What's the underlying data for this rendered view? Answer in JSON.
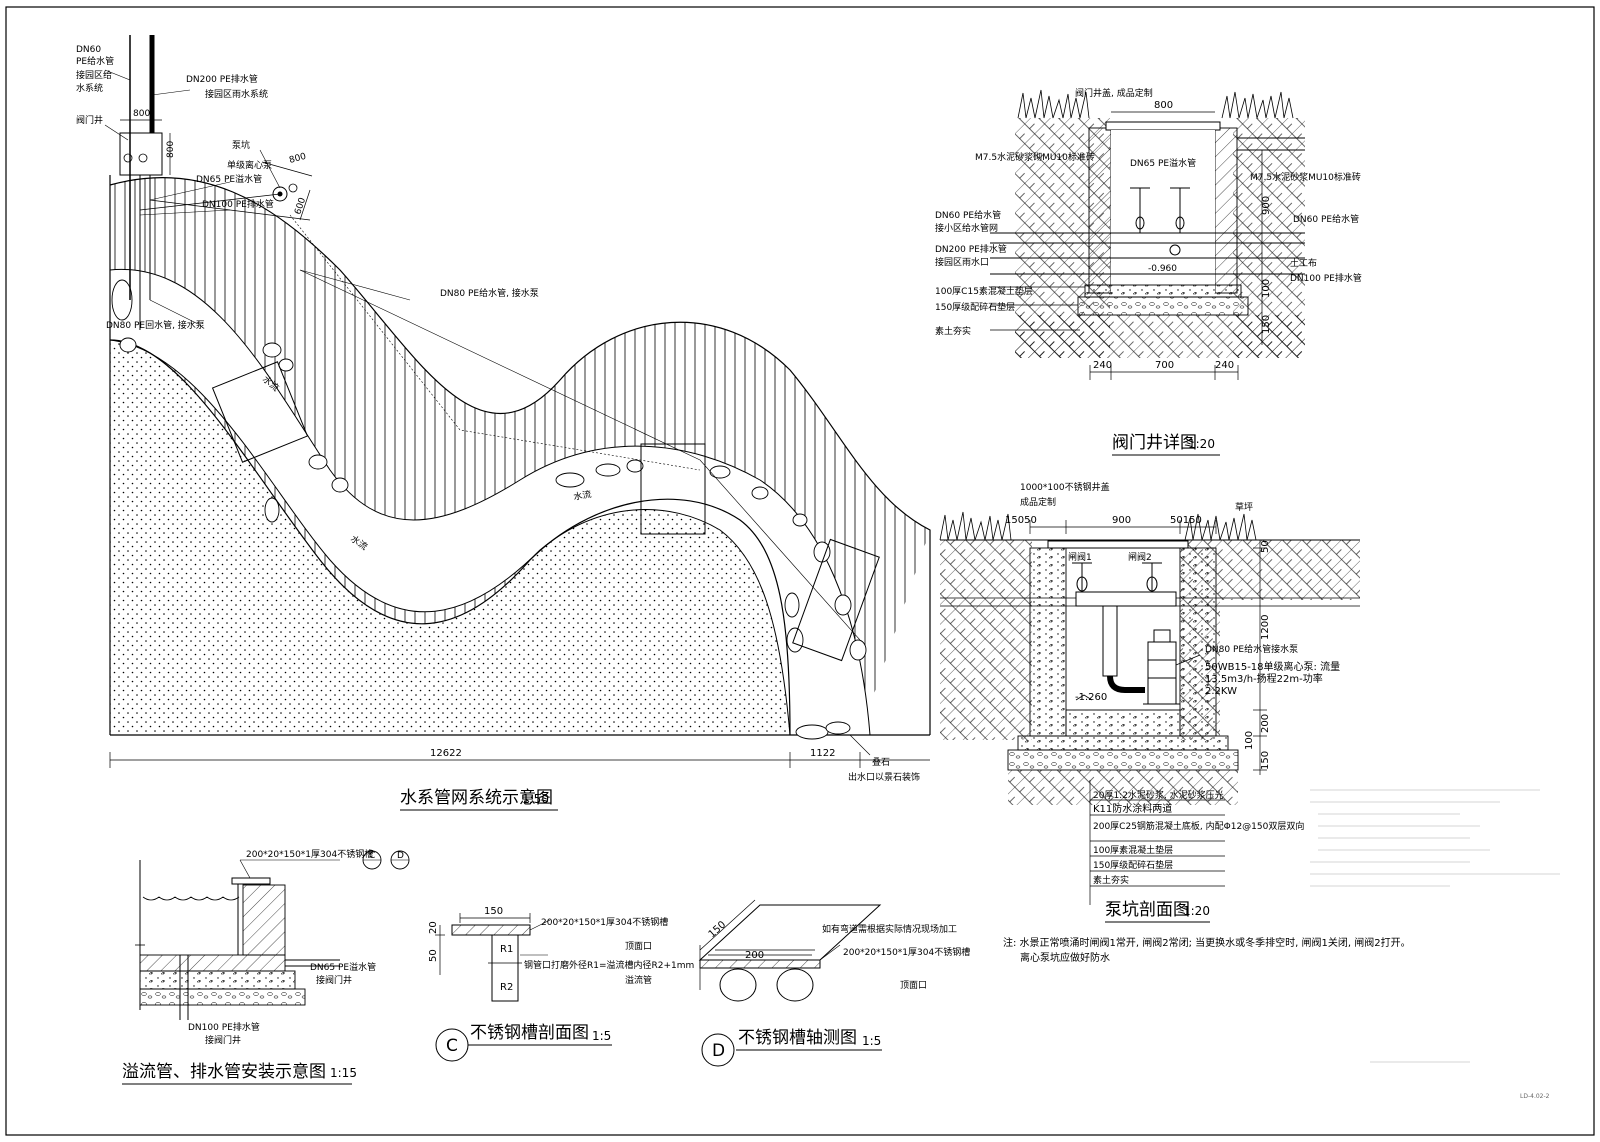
{
  "sheet": {
    "sheet_no": "LD-4.02-2"
  },
  "plan": {
    "title": "水系管网系统示意图",
    "scale": "1:50",
    "dims": {
      "total": "12622",
      "right": "1122"
    },
    "labels": {
      "dn60_supply": "DN60",
      "dn60_supply_2": "PE给水管",
      "dn60_supply_3": "接园区给",
      "dn60_supply_4": "水系统",
      "dn200": "DN200 PE排水管",
      "dn200_2": "接园区雨水系统",
      "valve_well": "阀门井",
      "pump_pit": "泵坑",
      "pump_pit_2": "单级离心泵",
      "dn65": "DN65 PE溢水管",
      "dn100": "DN100 PE排水管",
      "dn80_a": "DN80 PE给水管, 接水泵",
      "dn80_b": "DN80 PE回水管, 接水泵",
      "rock_a": "叠石",
      "rock_b": "出水口以景石装饰",
      "dim_800a": "800",
      "dim_800b": "800",
      "dim_800c": "800",
      "dim_600": "600",
      "flow1": "水流",
      "flow2": "水流",
      "flow3": "水流"
    }
  },
  "valve_detail": {
    "title": "阀门井详图",
    "scale": "1:20",
    "dims": {
      "top": "800",
      "d1": "240",
      "d2": "700",
      "d3": "240",
      "v1": "900",
      "v2": "100",
      "v3": "150"
    },
    "labels": {
      "cover": "阀门井盖, 成品定制",
      "wall_l": "M7.5水泥砂浆砌MU10标准砖",
      "wall_r": "M7.5水泥砂浆MU10标准砖",
      "dn65": "DN65 PE溢水管",
      "dn60": "DN60 PE给水管",
      "dn60_2": "接小区给水管网",
      "dn200": "DN200 PE排水管",
      "dn200_2": "接园区雨水口",
      "dn60_r": "DN60 PE给水管",
      "dn100_r": "DN100 PE排水管",
      "base1": "100厚C15素混凝土垫层",
      "base2": "150厚级配碎石垫层",
      "base3": "素土夯实",
      "elev": "-0.960",
      "side": "土工布"
    }
  },
  "pump_section": {
    "title": "泵坑剖面图",
    "scale": "1:20",
    "dims": {
      "top": "900",
      "l": "15050",
      "r": "50150",
      "v1": "1200",
      "v2": "200",
      "v3": "150",
      "v4": "100",
      "v5": "50"
    },
    "labels": {
      "grate": "1000*100不锈钢井盖",
      "grate_2": "成品定制",
      "turf": "草坪",
      "valve1": "闸阀1",
      "valve2": "闸阀2",
      "dn80": "DN80 PE给水管接水泵",
      "pump": "50WB15-18单级离心泵: 流量",
      "pump_2": "13.5m3/h-扬程22m-功率",
      "pump_3": "2.2KW",
      "elev": "-1.260"
    },
    "layers": [
      "20厚1:2水泥砂浆, 水泥砂浆压光",
      "K11防水涂料两道",
      "200厚C25钢筋混凝土底板, 内配Φ12@150双层双向",
      "100厚素混凝土垫层",
      "150厚级配碎石垫层",
      "素土夯实"
    ],
    "note": "注: 水景正常喷涌时闸阀1常开, 闸阀2常闭; 当更换水或冬季排空时, 闸阀1关闭, 闸阀2打开。",
    "note_2": "离心泵坑应做好防水"
  },
  "overflow_detail": {
    "title": "溢流管、排水管安装示意图",
    "scale": "1:15",
    "labels": {
      "top": "200*20*150*1厚304不锈钢槽",
      "mark_c": "C",
      "mark_d": "D",
      "dn65": "DN65 PE溢水管",
      "dn65_2": "接阀门井",
      "dn100": "DN100 PE排水管",
      "dn100_2": "接阀门井"
    }
  },
  "section_c": {
    "mark": "C",
    "title": "不锈钢槽剖面图",
    "scale": "1:5",
    "dims": {
      "w": "150",
      "h1": "50",
      "h2": "20"
    },
    "labels": {
      "spec": "200*20*150*1厚304不锈钢槽",
      "r1": "R1",
      "r2": "R2",
      "edge": "顶面口",
      "pipe": "溢流管",
      "rule": "钢管口打磨外径R1=溢流槽内径R2+1mm"
    }
  },
  "iso_d": {
    "mark": "D",
    "title": "不锈钢槽轴测图",
    "scale": "1:5",
    "dims": {
      "a": "150",
      "b": "200"
    },
    "labels": {
      "top": "如有弯道需根据实际情况现场加工",
      "spec": "200*20*150*1厚304不锈钢槽",
      "edge": "顶面口"
    }
  }
}
